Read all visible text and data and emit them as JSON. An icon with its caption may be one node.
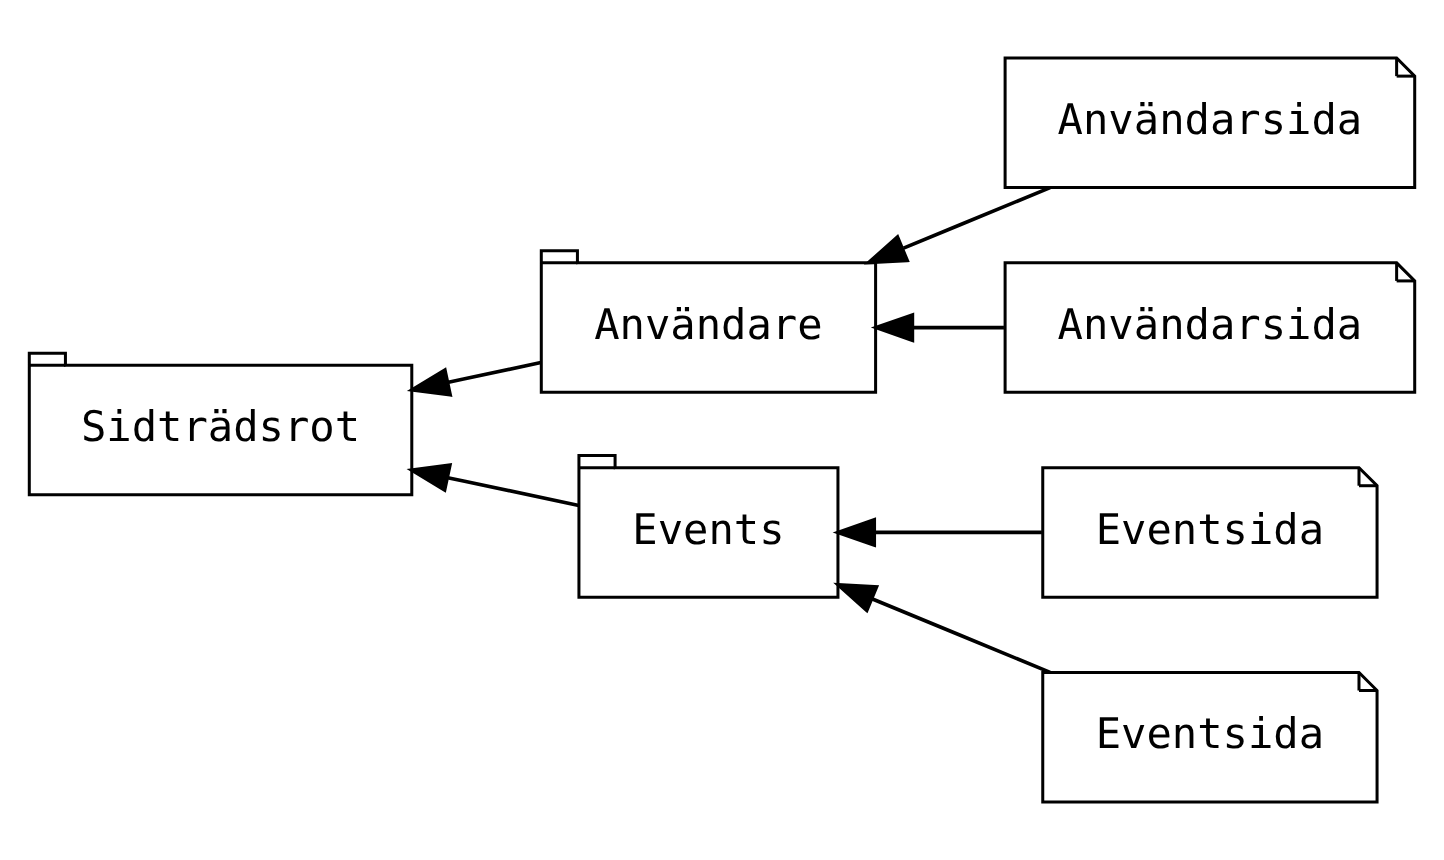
{
  "diagram": {
    "nodes": [
      {
        "text": [
          "Sidträdsrot"
        ]
      },
      {
        "text": [
          "Användare"
        ]
      },
      {
        "text": [
          "Events"
        ]
      },
      {
        "text": [
          "Användarsida"
        ]
      },
      {
        "text": [
          "Användarsida"
        ]
      },
      {
        "text": [
          "Eventsida"
        ]
      },
      {
        "text": [
          "Eventsida"
        ]
      }
    ],
    "edges": [
      {
        "from": 1,
        "to": 0,
        "arrow": "to"
      },
      {
        "from": 2,
        "to": 0,
        "arrow": "to"
      },
      {
        "from": 3,
        "to": 1,
        "arrow": "to"
      },
      {
        "from": 4,
        "to": 1,
        "arrow": "to"
      },
      {
        "from": 5,
        "to": 2,
        "arrow": "to"
      },
      {
        "from": 6,
        "to": 2,
        "arrow": "to"
      }
    ]
  }
}
